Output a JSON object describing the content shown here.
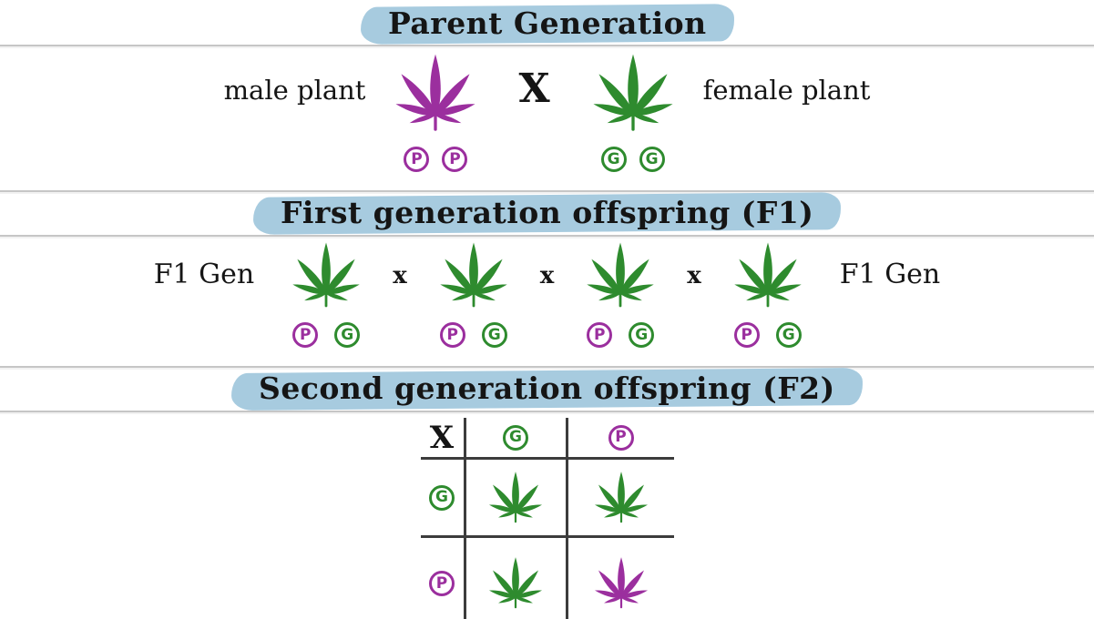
{
  "colors": {
    "purple": "#9b2f9e",
    "green": "#2e8b2e",
    "highlight": "#a7cbdf",
    "divider": "#c6c6c6",
    "grid": "#3c3c3c"
  },
  "sections": {
    "parent": {
      "title": "Parent Generation",
      "male_label": "male plant",
      "female_label": "female plant",
      "cross": "X",
      "male_alleles": [
        "P",
        "P"
      ],
      "female_alleles": [
        "G",
        "G"
      ]
    },
    "f1": {
      "title": "First generation offspring (F1)",
      "left_label": "F1 Gen",
      "right_label": "F1 Gen",
      "cross": "x",
      "plants": [
        {
          "alleles": [
            "P",
            "G"
          ]
        },
        {
          "alleles": [
            "P",
            "G"
          ]
        },
        {
          "alleles": [
            "P",
            "G"
          ]
        },
        {
          "alleles": [
            "P",
            "G"
          ]
        }
      ]
    },
    "f2": {
      "title": "Second generation offspring (F2)",
      "corner": "X",
      "col_headers": [
        "G",
        "P"
      ],
      "row_headers": [
        "G",
        "P"
      ],
      "cells": [
        [
          "green",
          "green"
        ],
        [
          "green",
          "purple"
        ]
      ]
    }
  }
}
